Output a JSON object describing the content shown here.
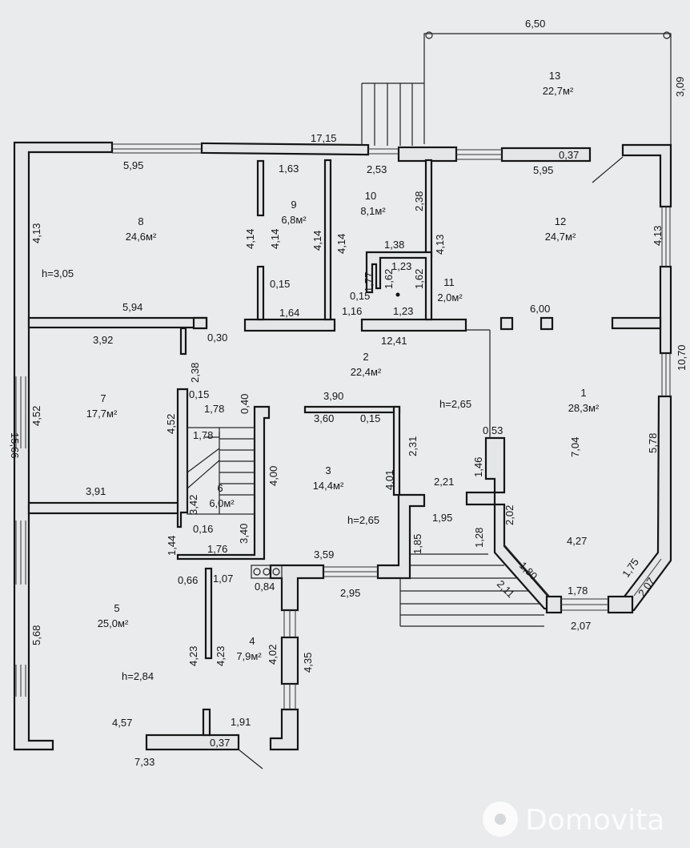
{
  "rooms": [
    {
      "num": "1",
      "area": "28,3м²"
    },
    {
      "num": "2",
      "area": "22,4м²"
    },
    {
      "num": "3",
      "area": "14,4м²"
    },
    {
      "num": "4",
      "area": "7,9м²"
    },
    {
      "num": "5",
      "area": "25,0м²"
    },
    {
      "num": "6",
      "area": "6,0м²"
    },
    {
      "num": "7",
      "area": "17,7м²"
    },
    {
      "num": "8",
      "area": "24,6м²"
    },
    {
      "num": "9",
      "area": "6,8м²"
    },
    {
      "num": "10",
      "area": "8,1м²"
    },
    {
      "num": "11",
      "area": "2,0м²"
    },
    {
      "num": "12",
      "area": "24,7м²"
    },
    {
      "num": "13",
      "area": "22,7м²"
    }
  ],
  "heights": [
    "h=3,05",
    "h=2,65",
    "h=2,65",
    "h=2,84"
  ],
  "dimensions": [
    "6,50",
    "3,09",
    "17,15",
    "0,37",
    "5,95",
    "1,63",
    "2,53",
    "5,95",
    "4,13",
    "4,14",
    "4,14",
    "4,14",
    "4,14",
    "2,38",
    "4,13",
    "1,38",
    "1,23",
    "1,77",
    "1,62",
    "1,62",
    "0,15",
    "0,15",
    "1,16",
    "1,23",
    "1,64",
    "4,13",
    "5,94",
    "3,92",
    "0,30",
    "12,41",
    "6,00",
    "2,38",
    "10,70",
    "15,66",
    "4,52",
    "0,15",
    "1,78",
    "0,40",
    "3,90",
    "3,60",
    "0,15",
    "2,31",
    "0,53",
    "4,52",
    "1,78",
    "4,00",
    "4,01",
    "1,46",
    "2,21",
    "7,04",
    "5,78",
    "3,91",
    "3,42",
    "2,02",
    "1,95",
    "1,85",
    "1,28",
    "0,16",
    "3,40",
    "1,44",
    "1,76",
    "3,59",
    "4,27",
    "1,80",
    "1,75",
    "0,66",
    "1,07",
    "0,84",
    "2,95",
    "2,11",
    "1,78",
    "2,07",
    "2,07",
    "4,23",
    "4,23",
    "4,02",
    "4,35",
    "5,68",
    "4,57",
    "1,91",
    "0,37",
    "7,33"
  ],
  "watermark": "Domovita"
}
